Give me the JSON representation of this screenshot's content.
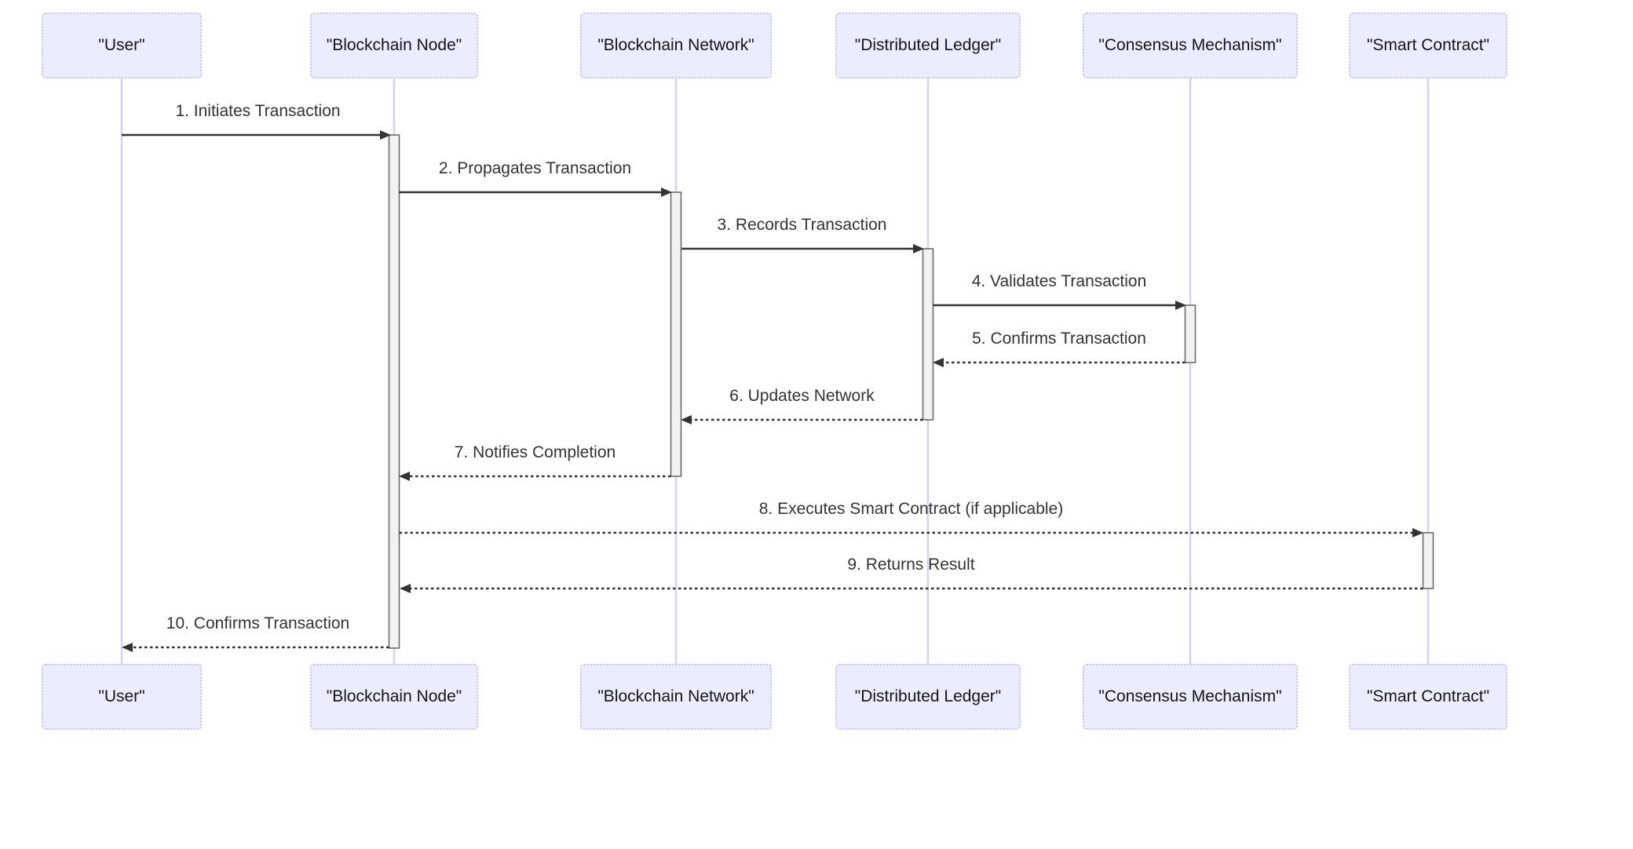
{
  "diagram": {
    "type": "sequence-diagram",
    "participants": [
      {
        "id": "user",
        "label": "\"User\""
      },
      {
        "id": "blockchain-node",
        "label": "\"Blockchain Node\""
      },
      {
        "id": "blockchain-network",
        "label": "\"Blockchain Network\""
      },
      {
        "id": "distributed-ledger",
        "label": "\"Distributed Ledger\""
      },
      {
        "id": "consensus-mechanism",
        "label": "\"Consensus Mechanism\""
      },
      {
        "id": "smart-contract",
        "label": "\"Smart Contract\""
      }
    ],
    "messages": [
      {
        "num": 1,
        "label": "1. Initiates Transaction",
        "from": "user",
        "to": "blockchain-node",
        "line": "solid"
      },
      {
        "num": 2,
        "label": "2. Propagates Transaction",
        "from": "blockchain-node",
        "to": "blockchain-network",
        "line": "solid"
      },
      {
        "num": 3,
        "label": "3. Records Transaction",
        "from": "blockchain-network",
        "to": "distributed-ledger",
        "line": "solid"
      },
      {
        "num": 4,
        "label": "4. Validates Transaction",
        "from": "distributed-ledger",
        "to": "consensus-mechanism",
        "line": "solid"
      },
      {
        "num": 5,
        "label": "5. Confirms Transaction",
        "from": "consensus-mechanism",
        "to": "distributed-ledger",
        "line": "dashed"
      },
      {
        "num": 6,
        "label": "6. Updates Network",
        "from": "distributed-ledger",
        "to": "blockchain-network",
        "line": "dashed"
      },
      {
        "num": 7,
        "label": "7. Notifies Completion",
        "from": "blockchain-network",
        "to": "blockchain-node",
        "line": "dashed"
      },
      {
        "num": 8,
        "label": "8. Executes Smart Contract (if applicable)",
        "from": "blockchain-node",
        "to": "smart-contract",
        "line": "dashed"
      },
      {
        "num": 9,
        "label": "9. Returns Result",
        "from": "smart-contract",
        "to": "blockchain-node",
        "line": "dashed"
      },
      {
        "num": 10,
        "label": "10. Confirms Transaction",
        "from": "blockchain-node",
        "to": "user",
        "line": "dashed"
      }
    ],
    "colors": {
      "background": "#ffffff",
      "actor_fill": "#ececff",
      "actor_border": "#c9c5e8",
      "actor_text": "#14141a",
      "lifeline": "#d5d1ee",
      "activation_fill": "#f2f2f2",
      "activation_border": "#636363",
      "message_line": "#333333",
      "message_text": "#333333"
    }
  }
}
